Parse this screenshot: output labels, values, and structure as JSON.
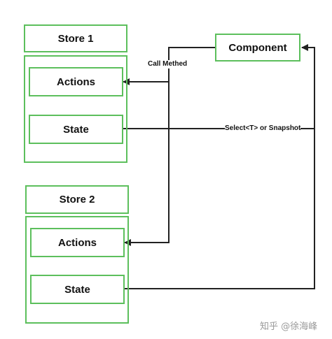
{
  "store1": {
    "title": "Store 1",
    "actions_label": "Actions",
    "state_label": "State"
  },
  "store2": {
    "title": "Store 2",
    "actions_label": "Actions",
    "state_label": "State"
  },
  "component": {
    "label": "Component"
  },
  "edges": {
    "call_method_label": "Call Methed",
    "select_label": "Select<T> or Snapshot"
  },
  "watermark": {
    "text": "知乎 @徐海峰"
  },
  "colors": {
    "box_border": "#5cbf5c",
    "line": "#222222",
    "background": "#ffffff"
  }
}
